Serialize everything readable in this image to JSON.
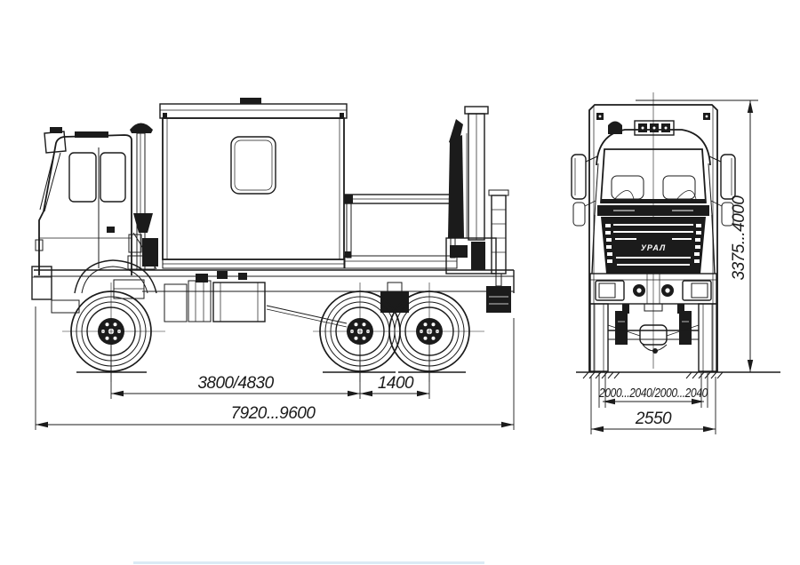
{
  "drawing": {
    "kind": "truck-outline-technical-drawing",
    "colors": {
      "ink": "#1b1b1b",
      "background": "#ffffff",
      "bottom_accent": "#cfe3f2"
    },
    "branding": {
      "grille_logo": "УРАЛ"
    },
    "dims": {
      "wheelbase": "3800/4830",
      "bogie_spacing": "1400",
      "overall_length": "7920...9600",
      "track": "2000...2040/2000...2040",
      "overall_width": "2550",
      "overall_height": "3375...4000"
    }
  }
}
